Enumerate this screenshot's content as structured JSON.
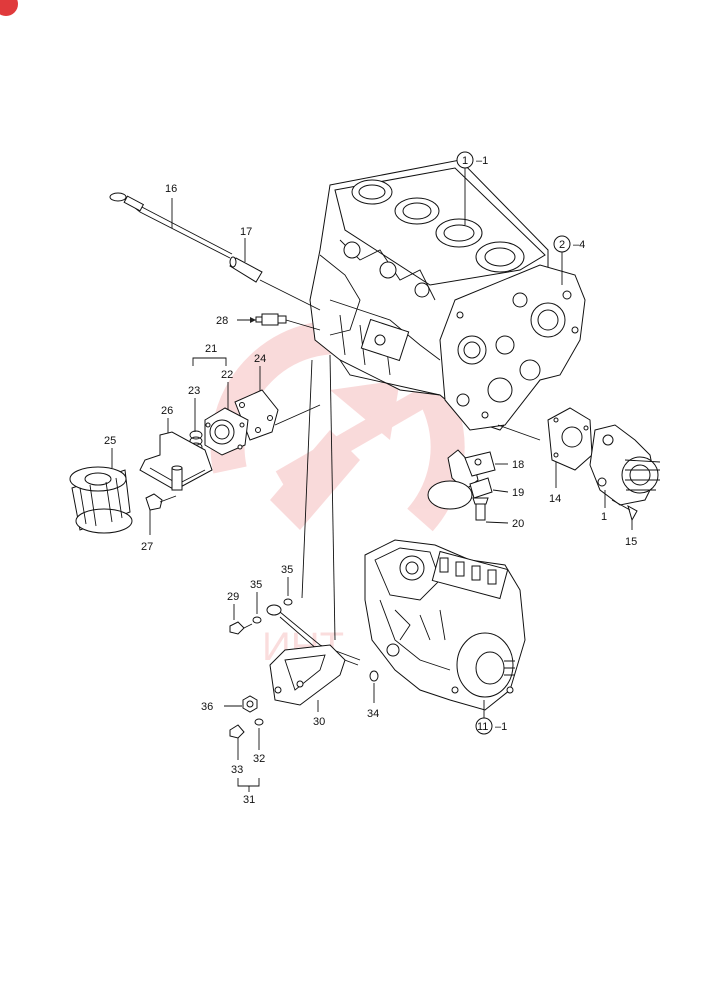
{
  "title": "",
  "colors": {
    "line": "#111111",
    "watermark": "#e8595b",
    "badge": "#e03a3c"
  },
  "watermark": {
    "text": "ИНТ"
  },
  "callouts": {
    "c1": "1",
    "c1_suffix": "–1",
    "c2": "2",
    "c2_suffix": "–4",
    "c11": "11",
    "c11_suffix": "–1"
  },
  "labels": {
    "p1": "1",
    "p14": "14",
    "p15": "15",
    "p16": "16",
    "p17": "17",
    "p18": "18",
    "p19": "19",
    "p20": "20",
    "p21": "21",
    "p22": "22",
    "p23": "23",
    "p24": "24",
    "p25": "25",
    "p26": "26",
    "p27": "27",
    "p28": "28",
    "p29": "29",
    "p30": "30",
    "p31": "31",
    "p32": "32",
    "p33": "33",
    "p34": "34",
    "p35a": "35",
    "p35b": "35",
    "p36": "36"
  }
}
